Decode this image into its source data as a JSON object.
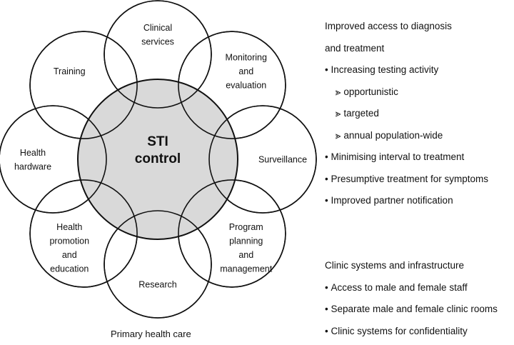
{
  "center": {
    "line1": "STI",
    "line2": "control"
  },
  "petals": [
    {
      "name": "petal-clinical-services",
      "lines": [
        "Clinical",
        "services"
      ]
    },
    {
      "name": "petal-monitoring-evaluation",
      "lines": [
        "Monitoring",
        "and",
        "evaluation"
      ]
    },
    {
      "name": "petal-surveillance",
      "lines": [
        "Surveillance"
      ]
    },
    {
      "name": "petal-program-planning",
      "lines": [
        "Program",
        "planning",
        "and",
        "management"
      ]
    },
    {
      "name": "petal-research",
      "lines": [
        "Research"
      ]
    },
    {
      "name": "petal-health-promotion",
      "lines": [
        "Health",
        "promotion",
        "and",
        "education"
      ]
    },
    {
      "name": "petal-health-hardware",
      "lines": [
        "Health",
        "hardware"
      ]
    },
    {
      "name": "petal-training",
      "lines": [
        "Training"
      ]
    }
  ],
  "footer": "Primary health care",
  "panel1": {
    "heading_line1": "Improved access to diagnosis",
    "heading_line2": "and treatment",
    "item1": "Increasing testing activity",
    "sub1": "opportunistic",
    "sub2": "targeted",
    "sub3": "annual population-wide",
    "item2": "Minimising interval to treatment",
    "item3": "Presumptive treatment for symptoms",
    "item4": "Improved partner notification"
  },
  "panel2": {
    "heading": "Clinic systems and infrastructure",
    "item1": "Access to male and female staff",
    "item2": "Separate male and female clinic rooms",
    "item3": "Clinic systems for confidentiality"
  },
  "colors": {
    "center_fill": "#d9d9d9",
    "stroke": "#111111",
    "background": "#ffffff"
  }
}
